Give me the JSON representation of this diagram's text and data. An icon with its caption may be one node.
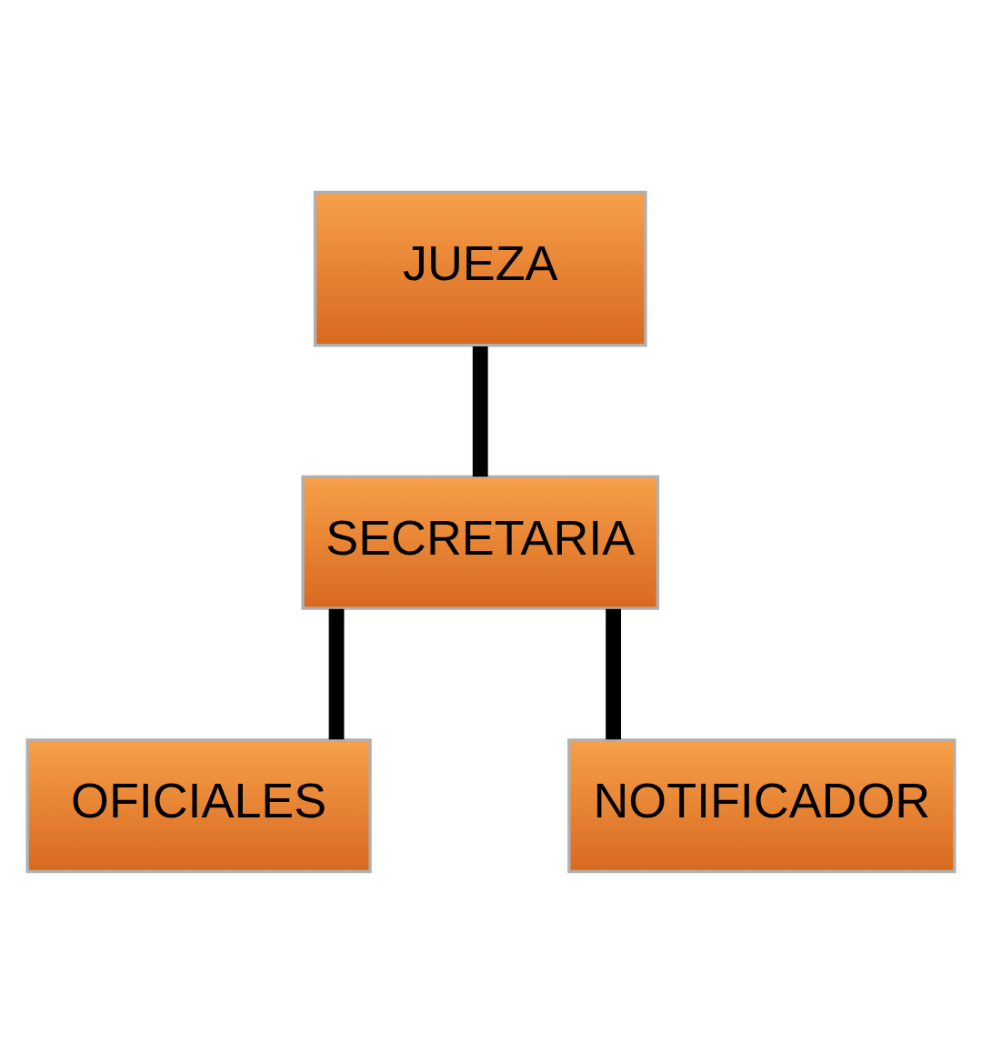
{
  "diagram": {
    "nodes": [
      {
        "text": [
          "JUEZA"
        ]
      },
      {
        "text": [
          "SECRETARIA"
        ]
      },
      {
        "text": [
          "OFICIALES"
        ]
      },
      {
        "text": [
          "NOTIFICADOR"
        ]
      }
    ],
    "edges": [
      {
        "from": 0,
        "to": 1,
        "arrow": "none"
      },
      {
        "from": 1,
        "to": 2,
        "arrow": "none"
      },
      {
        "from": 1,
        "to": 3,
        "arrow": "none"
      }
    ]
  }
}
